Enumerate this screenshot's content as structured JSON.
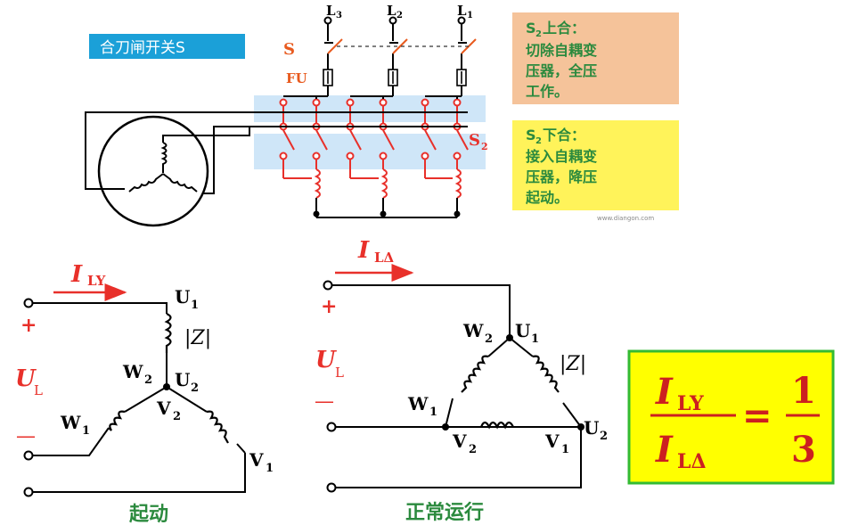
{
  "top": {
    "switch_banner": "合刀闸开关S",
    "phases": [
      "L",
      "L",
      "L"
    ],
    "phase_subs": [
      "3",
      "2",
      "1"
    ],
    "switch_label": "S",
    "fuse_label": "FU",
    "s2_label": "S",
    "s2_sub": "2",
    "note_up": {
      "title_main": "S",
      "title_sub": "2",
      "title_rest": "上合：",
      "lines": [
        "切除自耦变",
        "压器，全压",
        "工作。"
      ]
    },
    "note_down": {
      "title_main": "S",
      "title_sub": "2",
      "title_rest": "下合：",
      "lines": [
        "接入自耦变",
        "压器，降压",
        "起动。"
      ]
    },
    "watermark": "www.diangon.com"
  },
  "star": {
    "current_main": "I",
    "current_sub": "LY",
    "plus": "+",
    "minus": "—",
    "voltage_main": "U",
    "voltage_sub": "L",
    "u1_main": "U",
    "u1_sub": "1",
    "u2_main": "U",
    "u2_sub": "2",
    "w1_main": "W",
    "w1_sub": "1",
    "w2_main": "W",
    "w2_sub": "2",
    "v1_main": "V",
    "v1_sub": "1",
    "v2_main": "V",
    "v2_sub": "2",
    "impedance": "|Z|",
    "caption": "起动"
  },
  "delta": {
    "current_main": "I",
    "current_sub": "LΔ",
    "plus": "+",
    "minus": "—",
    "voltage_main": "U",
    "voltage_sub": "L",
    "u1_main": "U",
    "u1_sub": "1",
    "u2_main": "U",
    "u2_sub": "2",
    "w1_main": "W",
    "w1_sub": "1",
    "w2_main": "W",
    "w2_sub": "2",
    "v1_main": "V",
    "v1_sub": "1",
    "v2_main": "V",
    "v2_sub": "2",
    "impedance": "|Z|",
    "caption": "正常运行"
  },
  "formula": {
    "num_main": "I",
    "num_sub": "LY",
    "den_main": "I",
    "den_sub": "LΔ",
    "equals": "=",
    "rhs_num": "1",
    "rhs_den": "3"
  },
  "colors": {
    "red": "#e8302a",
    "orange": "#e85a1e",
    "banner": "#1ba0d8",
    "note_up_bg": "#f5c39a",
    "note_down_bg": "#fff35a",
    "note_text": "#2b8a3e",
    "formula_bg": "#ffff00",
    "formula_border": "#33bb33",
    "formula_text": "#cc2020"
  }
}
